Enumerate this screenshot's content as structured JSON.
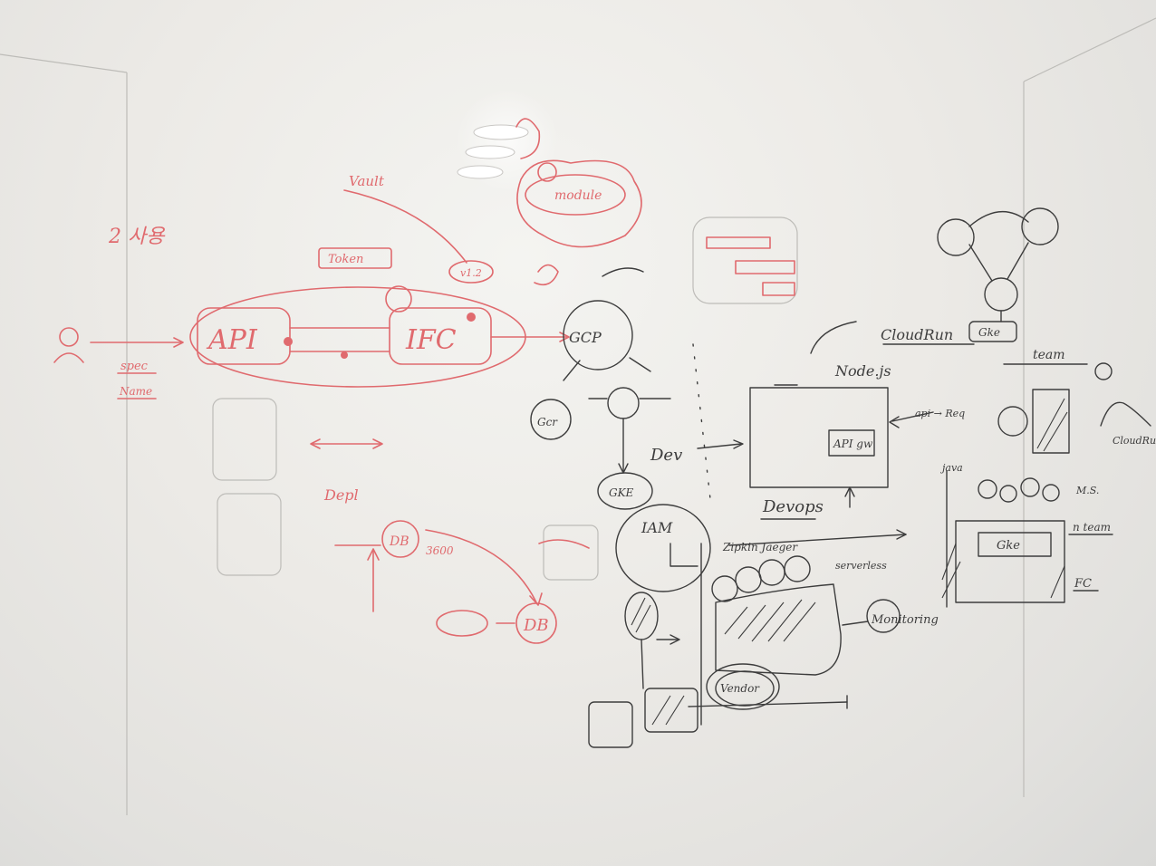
{
  "whiteboard": {
    "red_labels": {
      "heading": "2 사용",
      "spec": "spec",
      "name": "Name",
      "api": "API",
      "ifc": "IFC",
      "token": "Token",
      "vault": "Vault",
      "module": "module",
      "v12": "v1.2",
      "depl": "Depl",
      "db": "DB",
      "db_count": "3600",
      "db2": "DB"
    },
    "black_labels": {
      "gcp": "GCP",
      "gke_small": "GKE",
      "gcr": "Gcr",
      "dev": "Dev",
      "devops": "Devops",
      "nodejs": "Node.js",
      "api_gw": "API gw",
      "cloudrun": "CloudRun",
      "gke": "Gke",
      "team": "team",
      "cloudrun2": "CloudRun",
      "iam": "IAM",
      "zipkin": "Zipkin Jaeger",
      "serverless": "serverless",
      "monitoring": "Monitoring",
      "ms": "M.S.",
      "gke_box": "Gke",
      "n_team": "n team",
      "fc": "FC",
      "api_to_req": "api → Req",
      "java": "java",
      "vendor": "Vendor"
    }
  },
  "colors": {
    "marker_red": "#e06a6e",
    "marker_black": "#3d3d3d",
    "board": "#eceae6"
  }
}
